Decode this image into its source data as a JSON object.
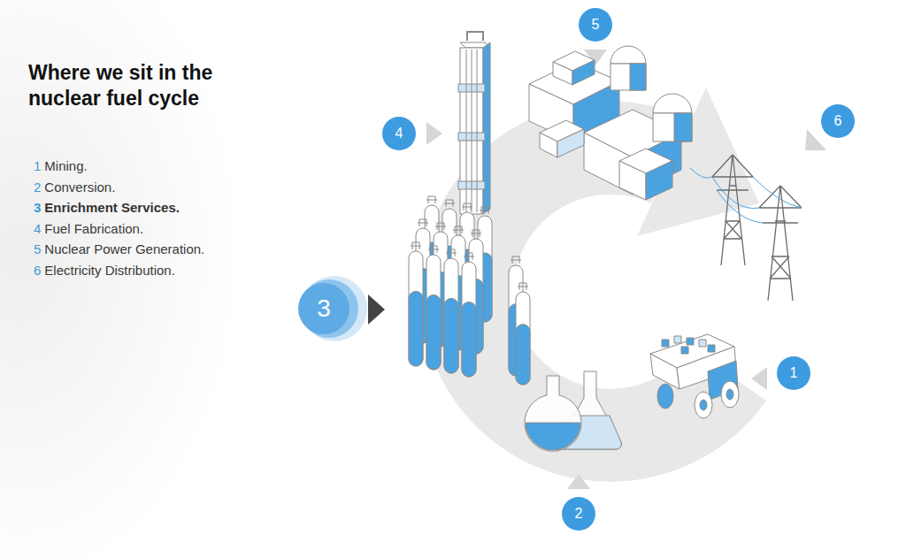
{
  "diagram": {
    "title": "Where we sit in the nuclear fuel cycle",
    "nodes": [
      {
        "text": [
          "1"
        ]
      },
      {
        "text": [
          "2"
        ]
      },
      {
        "text": [
          "3"
        ]
      },
      {
        "text": [
          "4"
        ]
      },
      {
        "text": [
          "5"
        ]
      },
      {
        "text": [
          "6"
        ]
      }
    ],
    "labels": [
      "1",
      "Mining.",
      "2",
      "Conversion.",
      "3",
      "Enrichment Services.",
      "4",
      "Fuel Fabrication.",
      "5",
      "Nuclear Power Generation.",
      "6",
      "Electricity Distribution."
    ]
  }
}
